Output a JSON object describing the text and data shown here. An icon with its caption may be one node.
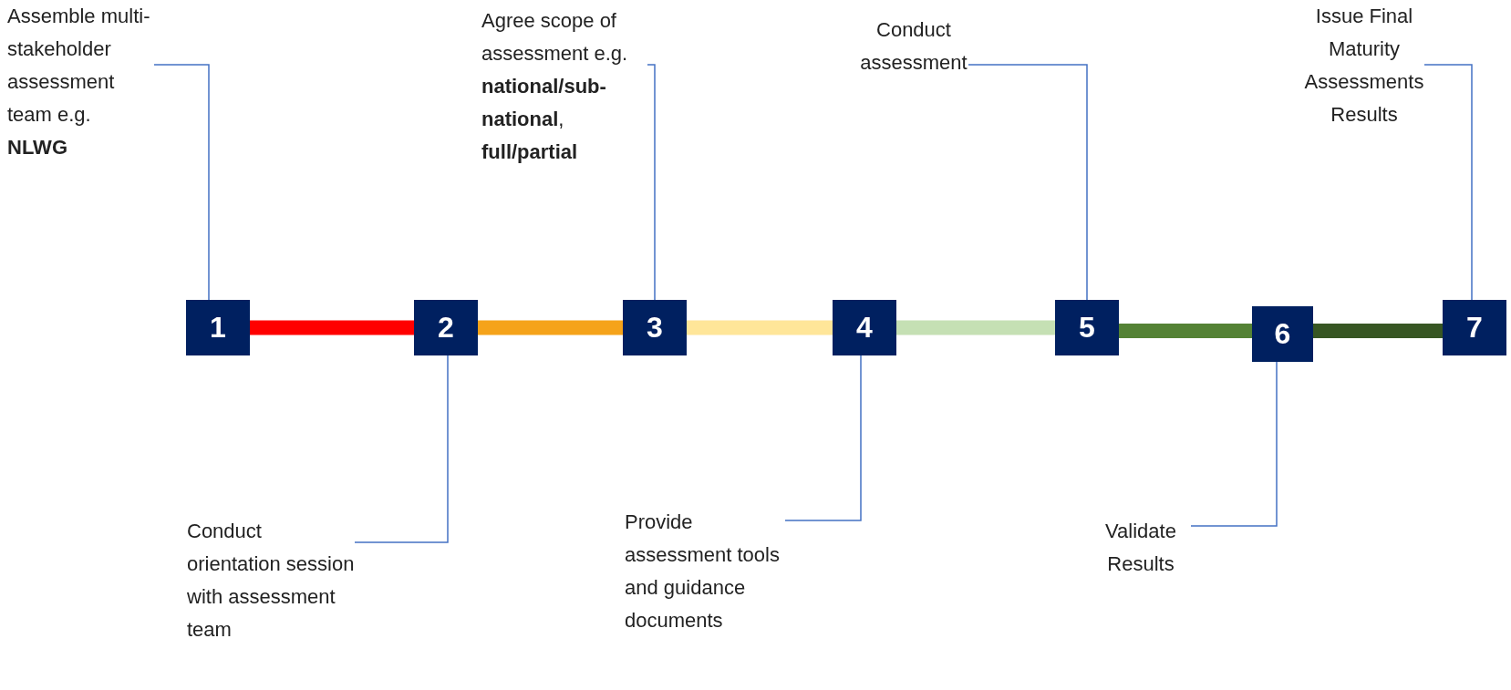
{
  "diagram": {
    "nodes": [
      {
        "text": [
          "1"
        ]
      },
      {
        "text": [
          "2"
        ]
      },
      {
        "text": [
          "3"
        ]
      },
      {
        "text": [
          "4"
        ]
      },
      {
        "text": [
          "5"
        ]
      },
      {
        "text": [
          "6"
        ]
      },
      {
        "text": [
          "7"
        ]
      },
      {
        "text": [
          "Assemble multi-stakeholder assessment team e.g. **NLWG**"
        ]
      },
      {
        "text": [
          "Conduct orientation session with assessment team"
        ]
      },
      {
        "text": [
          "Agree scope of assessment e.g. **national/sub-national**, **full/partial**"
        ]
      },
      {
        "text": [
          "Provide assessment tools and guidance documents"
        ]
      },
      {
        "text": [
          "Conduct assessment"
        ]
      },
      {
        "text": [
          "Validate Results"
        ]
      },
      {
        "text": [
          "Issue Final Maturity Assessments Results"
        ]
      }
    ],
    "edges": [
      {
        "from": 0,
        "to": 1,
        "arrow": "none",
        "style": "thick",
        "color": "#ff0000"
      },
      {
        "from": 1,
        "to": 2,
        "arrow": "none",
        "style": "thick",
        "color": "#f5a31a"
      },
      {
        "from": 2,
        "to": 3,
        "arrow": "none",
        "style": "thick",
        "color": "#ffe699"
      },
      {
        "from": 3,
        "to": 4,
        "arrow": "none",
        "style": "thick",
        "color": "#c5e0b4"
      },
      {
        "from": 4,
        "to": 5,
        "arrow": "none",
        "style": "thick",
        "color": "#548235"
      },
      {
        "from": 5,
        "to": 6,
        "arrow": "none",
        "style": "thick",
        "color": "#375623"
      },
      {
        "from": 7,
        "to": 0,
        "arrow": "none"
      },
      {
        "from": 8,
        "to": 1,
        "arrow": "none"
      },
      {
        "from": 9,
        "to": 2,
        "arrow": "none"
      },
      {
        "from": 10,
        "to": 3,
        "arrow": "none"
      },
      {
        "from": 11,
        "to": 4,
        "arrow": "none"
      },
      {
        "from": 12,
        "to": 5,
        "arrow": "none"
      },
      {
        "from": 13,
        "to": 6,
        "arrow": "none"
      }
    ]
  }
}
